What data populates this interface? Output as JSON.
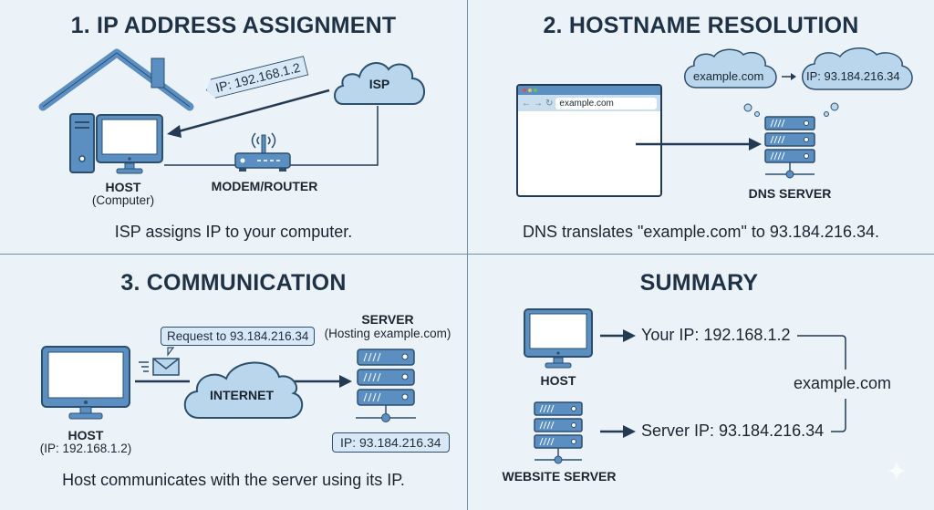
{
  "colors": {
    "background": "#ebf3f9",
    "divider": "#6f8fa3",
    "icon_fill": "#5b8fc2",
    "icon_stroke": "#2d4f6e",
    "cloud_fill": "#b9d6ec",
    "text_dark": "#1f3245",
    "arrow": "#233a52"
  },
  "panels": {
    "ip_assignment": {
      "title": "1. IP ADDRESS ASSIGNMENT",
      "ip_tag": "IP: 192.168.1.2",
      "isp_label": "ISP",
      "host_label": "HOST",
      "host_sub": "(Computer)",
      "router_label": "MODEM/ROUTER",
      "caption": "ISP assigns IP to your computer."
    },
    "hostname_resolution": {
      "title": "2. HOSTNAME RESOLUTION",
      "browser_url": "example.com",
      "bubble_domain": "example.com",
      "bubble_ip": "IP: 93.184.216.34",
      "dns_label": "DNS SERVER",
      "caption": "DNS translates \"example.com\" to 93.184.216.34."
    },
    "communication": {
      "title": "3. COMMUNICATION",
      "request_label": "Request to 93.184.216.34",
      "internet_label": "INTERNET",
      "server_label": "SERVER",
      "server_sub": "(Hosting example.com)",
      "server_ip": "IP: 93.184.216.34",
      "host_label": "HOST",
      "host_sub": "(IP: 192.168.1.2)",
      "caption": "Host communicates with the server using its IP."
    },
    "summary": {
      "title": "SUMMARY",
      "host_label": "HOST",
      "server_label": "WEBSITE SERVER",
      "your_ip": "Your IP: 192.168.1.2",
      "server_ip": "Server IP: 93.184.216.34",
      "domain": "example.com"
    }
  }
}
